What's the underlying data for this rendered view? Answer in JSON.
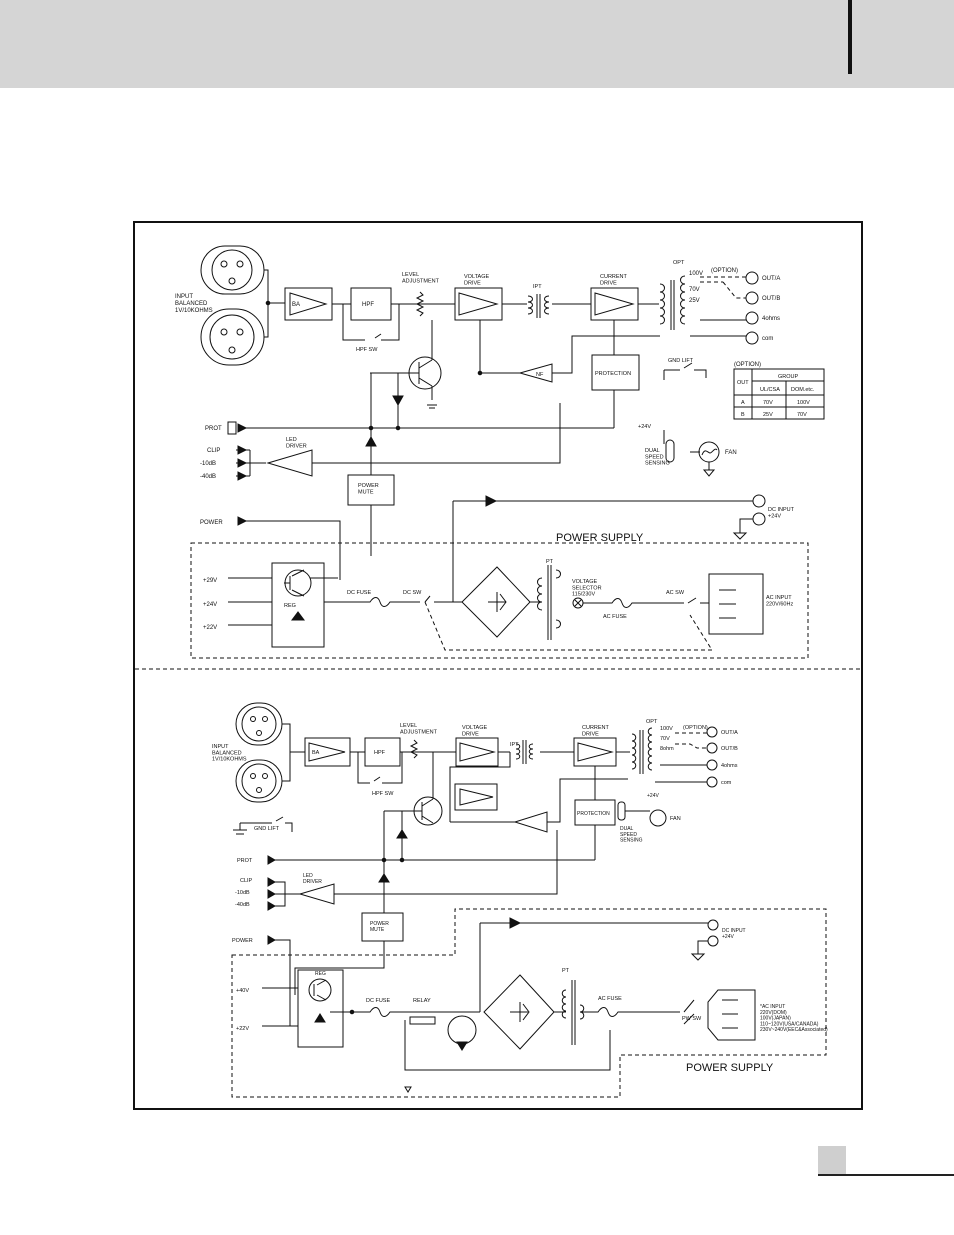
{
  "diagram_a": {
    "input_label": "INPUT\nBALANCED\n1V/10KOHMS",
    "ba": "BA",
    "hpf": "HPF",
    "hpf_sw": "HPF SW",
    "level_adj": "LEVEL\nADJUSTMENT",
    "voltage_drive": "VOLTAGE\nDRIVE",
    "ipt": "IPT",
    "current_drive": "CURRENT\nDRIVE",
    "opt": "OPT",
    "tap_100v": "100V",
    "tap_70v": "70V",
    "tap_25v": "25V",
    "option": "(OPTION)",
    "out_a": "OUT/A",
    "out_b": "OUT/B",
    "ohms4": "4ohms",
    "com": "com",
    "nf": "NF",
    "protection": "PROTECTION",
    "gnd_lift": "GND LIFT",
    "option_table_title": "(OPTION)",
    "option_table": {
      "header_out": "OUT",
      "header_group": "GROUP",
      "col1": "UL/CSA",
      "col2": "DOM.etc.",
      "rows": [
        {
          "out": "A",
          "c1": "70V",
          "c2": "100V"
        },
        {
          "out": "B",
          "c1": "25V",
          "c2": "70V"
        }
      ]
    },
    "prot": "PROT",
    "clip": "CLIP",
    "m10db": "-10dB",
    "m40db": "-40dB",
    "led_driver": "LED\nDRIVER",
    "plus24v": "+24V",
    "dual_speed": "DUAL\nSPEED\nSENSING",
    "fan": "FAN",
    "power_mute": "POWER\nMUTE",
    "power": "POWER",
    "dc_input": "DC INPUT\n+24V",
    "power_supply": "POWER SUPPLY",
    "v29": "+29V",
    "v24": "+24V",
    "v22": "+22V",
    "reg": "REG",
    "dc_fuse": "DC FUSE",
    "dc_sw": "DC SW",
    "pt": "PT",
    "voltage_selector": "VOLTAGE\nSELECTOR\n115/230V",
    "ac_fuse": "AC FUSE",
    "ac_sw": "AC SW",
    "ac_input": "AC INPUT\n220V/60Hz"
  },
  "diagram_b": {
    "input_label": "INPUT\nBALANCED\n1V/10KOHMS",
    "ba": "BA",
    "hpf": "HPF",
    "hpf_sw": "HPF SW",
    "level_adj": "LEVEL\nADJUSTMENT",
    "voltage_drive": "VOLTAGE\nDRIVE",
    "ipt": "IPT",
    "current_drive": "CURRENT\nDRIVE",
    "opt": "OPT",
    "tap_100v": "100V",
    "tap_70v": "70V",
    "tap_8ohm": "8ohm",
    "option": "(OPTION)",
    "out_a": "OUT/A",
    "out_b": "OUT/B",
    "ohms4": "4ohms",
    "com": "com",
    "gnd_lift": "GND LIFT",
    "protection": "PROTECTION",
    "plus24v": "+24V",
    "fan": "FAN",
    "dual_speed": "DUAL\nSPEED\nSENSING",
    "prot": "PROT",
    "clip": "CLIP",
    "m10db": "-10dB",
    "m40db": "-40dB",
    "led_driver": "LED\nDRIVER",
    "power_mute": "POWER\nMUTE",
    "power": "POWER",
    "dc_input": "DC INPUT\n+24V",
    "v40": "+40V",
    "v22": "+22V",
    "reg": "REG",
    "dc_fuse": "DC FUSE",
    "relay": "RELAY",
    "pt": "PT",
    "ac_fuse": "AC FUSE",
    "pw_sw": "PW SW",
    "ac_input": "*AC INPUT\n220V(DOM)\n100V(JAPAN)\n110~120V(USA/CANADA)\n230V~240V(EEC&Associated)",
    "power_supply": "POWER SUPPLY"
  }
}
